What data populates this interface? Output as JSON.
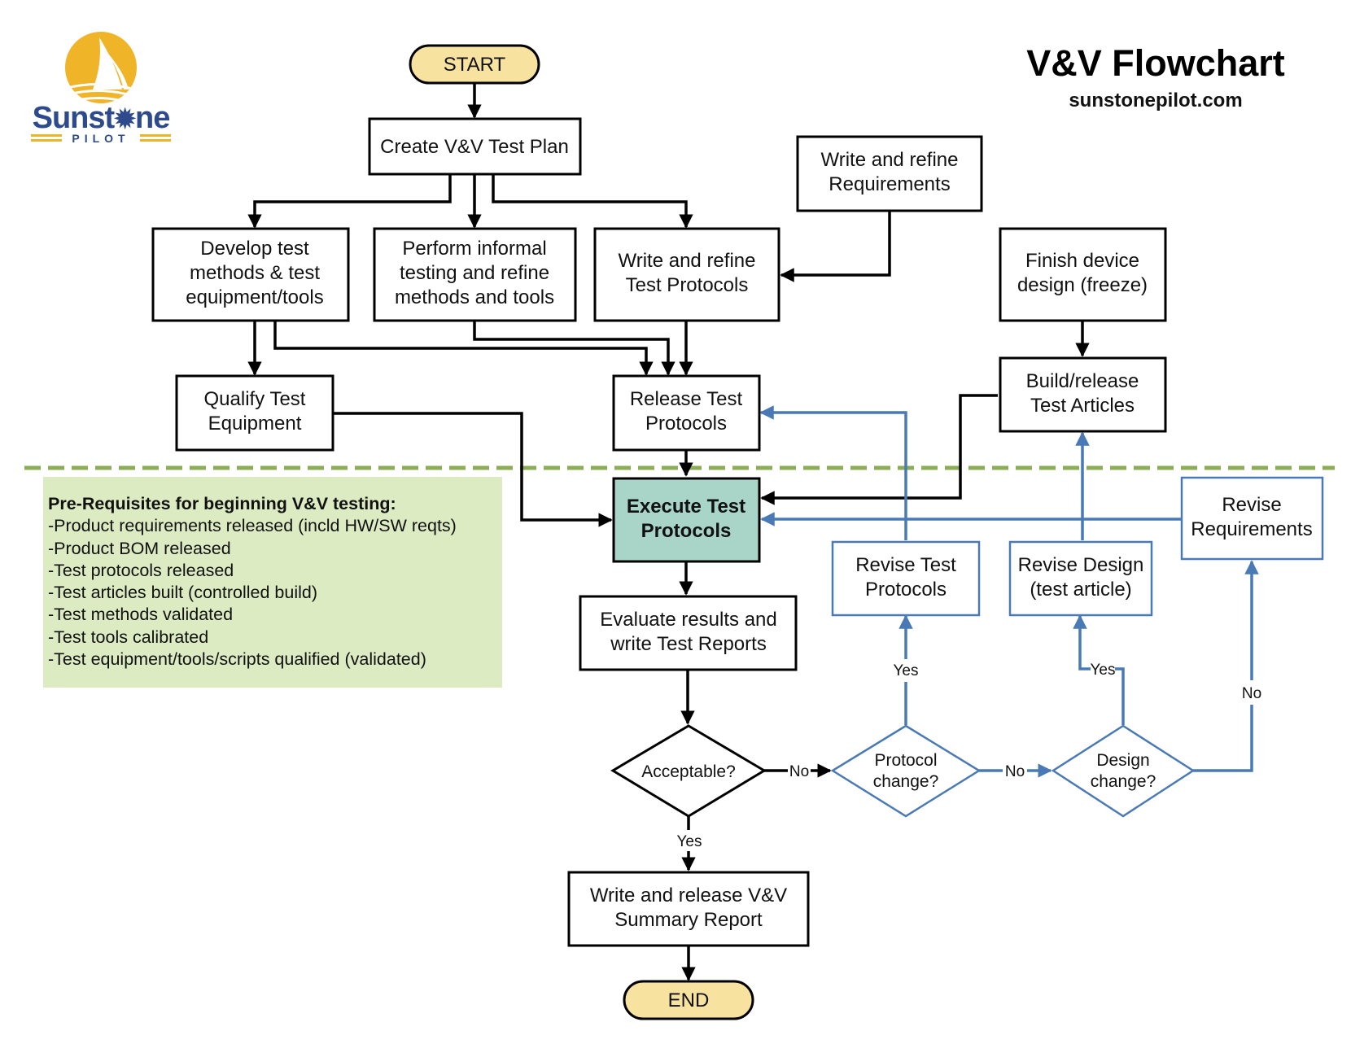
{
  "header": {
    "title": "V&V Flowchart",
    "website": "sunstonepilot.com"
  },
  "logo": {
    "wordmark_left": "Sunst",
    "wordmark_right": "ne",
    "tagline": "PILOT",
    "colors": {
      "sun": "#f0b429",
      "text": "#2d4a8c"
    }
  },
  "colors": {
    "terminal_fill": "#f7e2a0",
    "execute_fill": "#a8d5c8",
    "prereq_fill": "#dcebc2",
    "divider": "#8aad55",
    "loop_blue": "#4a7ab5",
    "line_black": "#000000"
  },
  "nodes": {
    "start": {
      "label": "START"
    },
    "create_plan": {
      "lines": [
        "Create V&V Test Plan"
      ]
    },
    "develop_methods": {
      "lines": [
        "Develop test",
        "methods & test",
        "equipment/tools"
      ]
    },
    "informal_testing": {
      "lines": [
        "Perform informal",
        "testing and refine",
        "methods and tools"
      ]
    },
    "write_protocols": {
      "lines": [
        "Write and refine",
        "Test Protocols"
      ]
    },
    "write_requirements": {
      "lines": [
        "Write and refine",
        "Requirements"
      ]
    },
    "finish_design": {
      "lines": [
        "Finish device",
        "design (freeze)"
      ]
    },
    "qualify_equipment": {
      "lines": [
        "Qualify Test",
        "Equipment"
      ]
    },
    "release_protocols": {
      "lines": [
        "Release Test",
        "Protocols"
      ]
    },
    "build_articles": {
      "lines": [
        "Build/release",
        "Test Articles"
      ]
    },
    "execute_protocols": {
      "lines": [
        "Execute Test",
        "Protocols"
      ]
    },
    "evaluate_results": {
      "lines": [
        "Evaluate results and",
        "write Test Reports"
      ]
    },
    "revise_protocols": {
      "lines": [
        "Revise Test",
        "Protocols"
      ]
    },
    "revise_design": {
      "lines": [
        "Revise Design",
        "(test article)"
      ]
    },
    "revise_requirements": {
      "lines": [
        "Revise",
        "Requirements"
      ]
    },
    "acceptable": {
      "lines": [
        "Acceptable?"
      ]
    },
    "protocol_change": {
      "lines": [
        "Protocol",
        "change?"
      ]
    },
    "design_change": {
      "lines": [
        "Design",
        "change?"
      ]
    },
    "summary_report": {
      "lines": [
        "Write and release V&V",
        "Summary Report"
      ]
    },
    "end": {
      "label": "END"
    }
  },
  "edge_labels": {
    "acceptable_no": "No",
    "acceptable_yes": "Yes",
    "protocol_yes": "Yes",
    "protocol_no": "No",
    "design_yes": "Yes",
    "design_no": "No"
  },
  "prerequisites": {
    "heading": "Pre-Requisites for beginning V&V testing:",
    "items": [
      "-Product requirements released (incld HW/SW reqts)",
      "-Product BOM released",
      "-Test protocols released",
      "-Test articles built (controlled build)",
      "-Test methods validated",
      "-Test tools calibrated",
      "-Test equipment/tools/scripts qualified (validated)"
    ]
  }
}
